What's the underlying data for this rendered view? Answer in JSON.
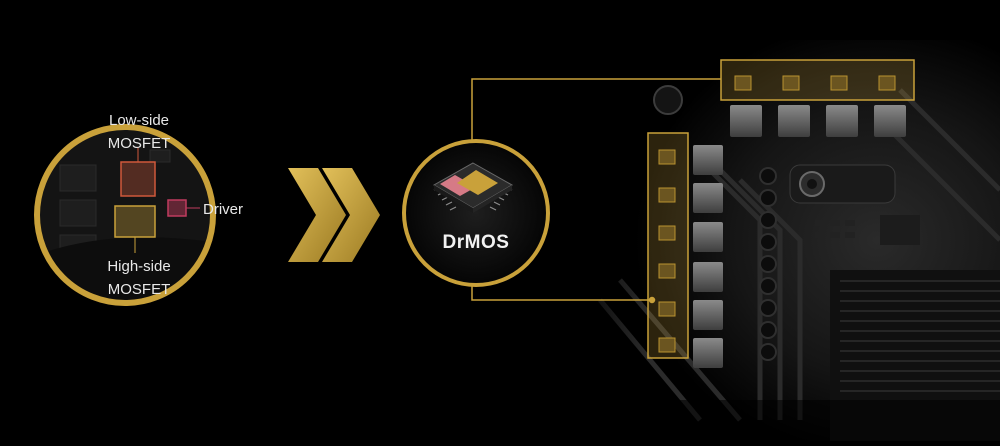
{
  "diagram": {
    "left_circle": {
      "low_side": [
        "Low-side",
        "MOSFET"
      ],
      "high_side": [
        "High-side",
        "MOSFET"
      ],
      "driver": "Driver"
    },
    "center_circle": {
      "label": "DrMOS"
    },
    "arrow": {
      "glyph": "chevron-double-right"
    }
  },
  "colors": {
    "gold": "#c9a13a",
    "gold_dim": "#8c6f24",
    "low_side_box": "#d0583b",
    "driver_box": "#c03b5e",
    "background": "#000000"
  }
}
